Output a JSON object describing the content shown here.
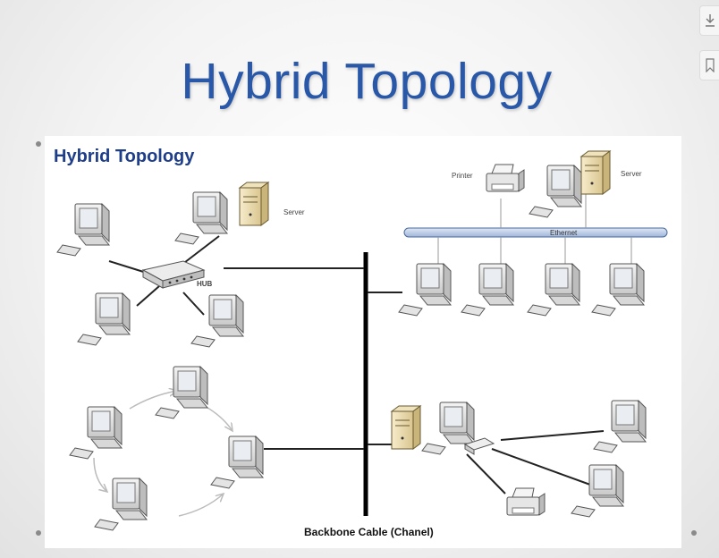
{
  "slide": {
    "title": "Hybrid Topology"
  },
  "diagram": {
    "title": "Hybrid Topology",
    "labels": {
      "server_left": "Server",
      "hub": "HUB",
      "printer": "Printer",
      "server_right": "Server",
      "ethernet": "Ethernet",
      "backbone": "Backbone Cable (Chanel)"
    }
  },
  "toolbar": {
    "download_icon": "download-icon",
    "bookmark_icon": "bookmark-icon"
  }
}
